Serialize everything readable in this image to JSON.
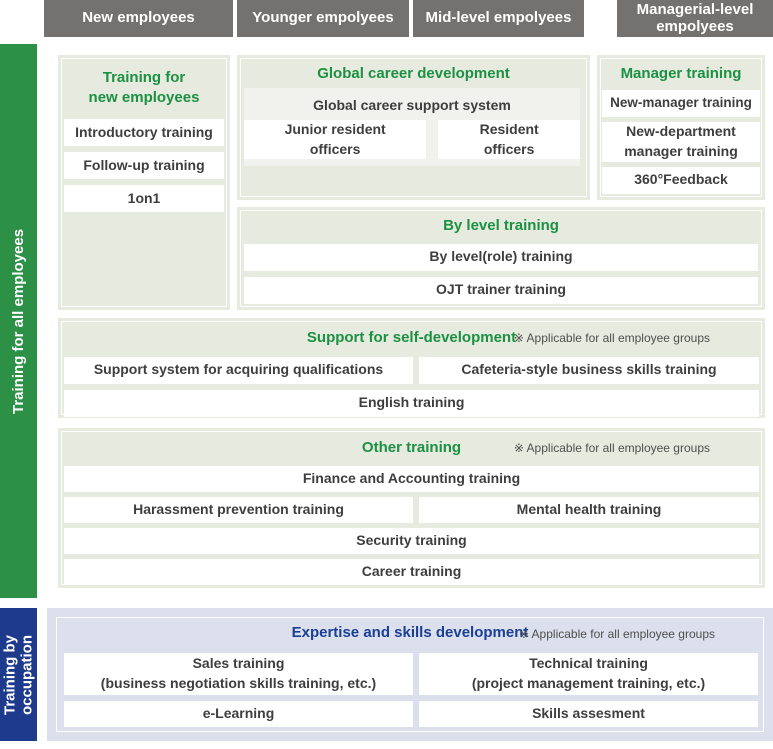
{
  "colors": {
    "header_bg": "#747270",
    "green_accent": "#1b9143",
    "green_sidebar": "#2c9147",
    "panel_green_bg": "#e7eade",
    "navy_sidebar": "#1e3a8c",
    "navy_title": "#1a3f97",
    "panel_blue_bg": "#dcdfec",
    "inner_gray_bg": "#f1f1ed",
    "box_text": "#3e3e3e"
  },
  "header": {
    "columns": [
      "New employees",
      "Younger empolyees",
      "Mid-level empolyees",
      "Managerial-level\nempolyees"
    ]
  },
  "sidebars": {
    "all_employees": "Training for all employees",
    "by_occupation": "Training by occupation"
  },
  "sections": {
    "new_employees": {
      "title": "Training for\nnew employees",
      "items": [
        "Introductory training",
        "Follow-up training",
        "1on1"
      ]
    },
    "global_career": {
      "title": "Global career development",
      "support_system": {
        "title": "Global career support system",
        "items": [
          "Junior resident officers",
          "Resident officers"
        ]
      }
    },
    "manager": {
      "title": "Manager training",
      "items": [
        "New-manager training",
        "New-department\nmanager training",
        "360°Feedback"
      ]
    },
    "by_level": {
      "title": "By level training",
      "items": [
        "By level(role) training",
        "OJT trainer training"
      ]
    },
    "self_development": {
      "title": "Support for self-development",
      "note": "※ Applicable for all employee groups",
      "rows": [
        [
          "Support system for acquiring qualifications",
          "Cafeteria-style business skills training"
        ],
        [
          "English training"
        ]
      ]
    },
    "other_training": {
      "title": "Other training",
      "note": "※ Applicable for all employee groups",
      "rows": [
        [
          "Finance and Accounting training"
        ],
        [
          "Harassment prevention training",
          "Mental health training"
        ],
        [
          "Security training"
        ],
        [
          "Career training"
        ]
      ]
    },
    "expertise": {
      "title": "Expertise and skills development",
      "note": "※ Applicable for all employee groups",
      "rows": [
        [
          "Sales training\n(business negotiation skills training, etc.)",
          "Technical training\n(project management training, etc.)"
        ],
        [
          "e-Learning",
          "Skills assesment"
        ]
      ]
    }
  }
}
